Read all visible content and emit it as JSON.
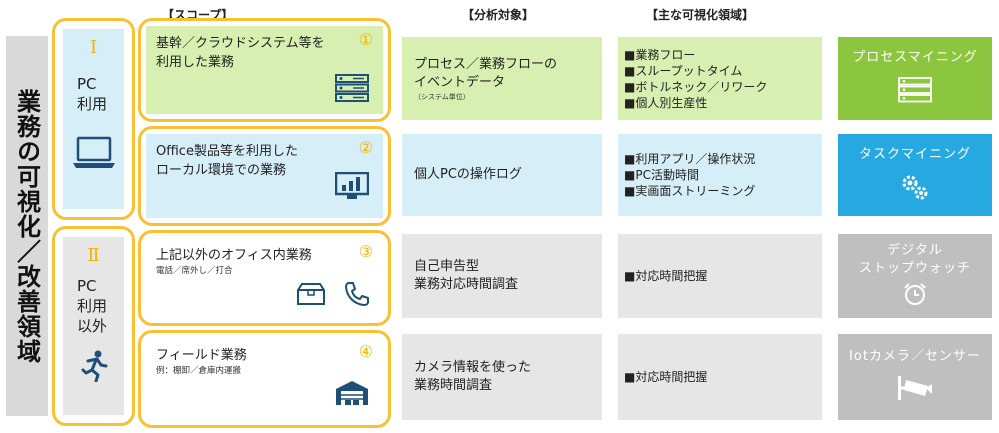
{
  "headers": {
    "scope": "【スコープ】",
    "target": "【分析対象】",
    "area": "【主な可視化領域】"
  },
  "side_title": "業務の可視化／改善領域",
  "groups": [
    {
      "numeral": "Ⅰ",
      "label_1": "PC",
      "label_2": "利用",
      "label_3": ""
    },
    {
      "numeral": "Ⅱ",
      "label_1": "PC",
      "label_2": "利用",
      "label_3": "以外"
    }
  ],
  "rows": [
    {
      "num": "①",
      "scope_1": "基幹／クラウドシステム等を",
      "scope_2": "利用した業務",
      "scope_sub": "",
      "target_1": "プロセス／業務フローの",
      "target_2": "イベントデータ",
      "target_sub": "（システム単位）",
      "areas": [
        "■業務フロー",
        "■スループットタイム",
        "■ボトルネック／リワーク",
        "■個人別生産性"
      ],
      "tool_1": "プロセスマイニング",
      "tool_2": "",
      "tool_icon": "server-icon",
      "color": "#d7efb1",
      "tool_color": "#8cc63f"
    },
    {
      "num": "②",
      "scope_1": "Office製品等を利用した",
      "scope_2": "ローカル環境での業務",
      "scope_sub": "",
      "target_1": "個人PCの操作ログ",
      "target_2": "",
      "target_sub": "",
      "areas": [
        "■利用アプリ／操作状況",
        "■PC活動時間",
        "■実画面ストリーミング"
      ],
      "tool_1": "タスクマイニング",
      "tool_2": "",
      "tool_icon": "gears-icon",
      "color": "#d6eef7",
      "tool_color": "#25a9e0"
    },
    {
      "num": "③",
      "scope_1": "上記以外のオフィス内業務",
      "scope_2": "",
      "scope_sub": "電話／席外し／打合",
      "target_1": "自己申告型",
      "target_2": "業務対応時間調査",
      "target_sub": "",
      "areas": [
        "■対応時間把握"
      ],
      "tool_1": "デジタル",
      "tool_2": "ストップウォッチ",
      "tool_icon": "alarm-clock-icon",
      "color": "#e6e6e6",
      "tool_color": "#bfbfbf"
    },
    {
      "num": "④",
      "scope_1": "フィールド業務",
      "scope_2": "",
      "scope_sub": "例：棚卸／倉庫内運搬",
      "target_1": "カメラ情報を使った",
      "target_2": "業務時間調査",
      "target_sub": "",
      "areas": [
        "■対応時間把握"
      ],
      "tool_1": "Iotカメラ／センサー",
      "tool_2": "",
      "tool_icon": "camera-icon",
      "color": "#e6e6e6",
      "tool_color": "#bfbfbf"
    }
  ]
}
